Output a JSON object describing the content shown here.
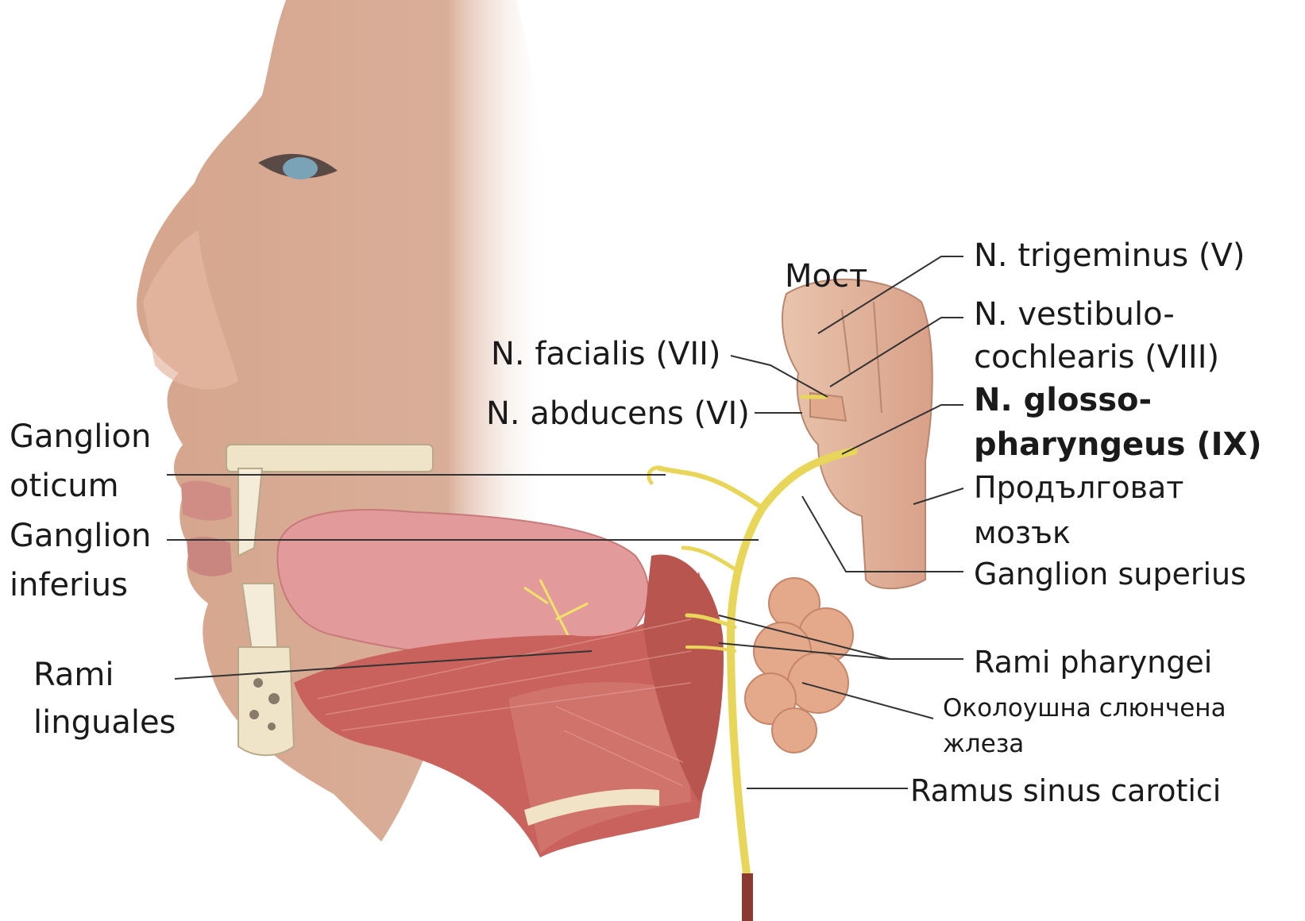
{
  "labels": {
    "most": "Мост",
    "trigeminus": "N. trigeminus (V)",
    "vestibulo_1": "N. vestibulo-",
    "vestibulo_2": "cochlearis (VIII)",
    "facialis": "N. facialis (VII)",
    "abducens": "N. abducens (VI)",
    "glosso_1": "N. glosso-",
    "glosso_2": "pharyngeus (IX)",
    "medulla_1": "Продълговат",
    "medulla_2": "мозък",
    "ganglion_superius": "Ganglion superius",
    "ganglion_oticum_1": "Ganglion",
    "ganglion_oticum_2": "oticum",
    "ganglion_inferius_1": "Ganglion",
    "ganglion_inferius_2": "inferius",
    "rami_linguales_1": "Rami",
    "rami_linguales_2": "linguales",
    "rami_pharyngei": "Rami pharyngei",
    "parotid_1": "Околоушна слюнчена",
    "parotid_2": "жлеза",
    "ramus_sinus": "Ramus sinus carotici"
  },
  "colors": {
    "skin": "#d9a88e",
    "nerve": "#f0e36a",
    "muscle": "#c9625c",
    "tongue": "#e39a9a",
    "gland": "#e3a98a",
    "bone": "#efe4c8",
    "brainstem": "#e8b9a0",
    "leader": "#333333"
  }
}
